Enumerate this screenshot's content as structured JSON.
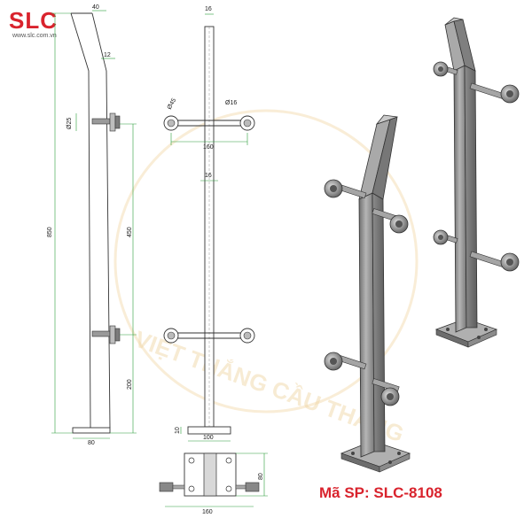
{
  "logo": {
    "text": "SLC",
    "url": "www.slc.com.vn"
  },
  "watermark": "VIỆT THẮNG CẦU THANG",
  "product_code": "Mã SP: SLC-8108",
  "dimensions": {
    "top_width": "40",
    "angle_offset": "12",
    "bracket_diameter": "Ø25",
    "total_height": "850",
    "upper_spacing": "450",
    "lower_height": "200",
    "base_width_side": "80",
    "post_width_top": "16",
    "clamp_diameter_left": "Ø45",
    "clamp_diameter_right": "Ø16",
    "bracket_span": "160",
    "post_width_mid": "16",
    "plate_thickness": "10",
    "base_plate_width": "100",
    "base_depth": "80",
    "base_span": "160"
  },
  "colors": {
    "brand_red": "#d9232d",
    "dimension_green": "#2a9d3a",
    "steel": "#8a8a8a"
  }
}
